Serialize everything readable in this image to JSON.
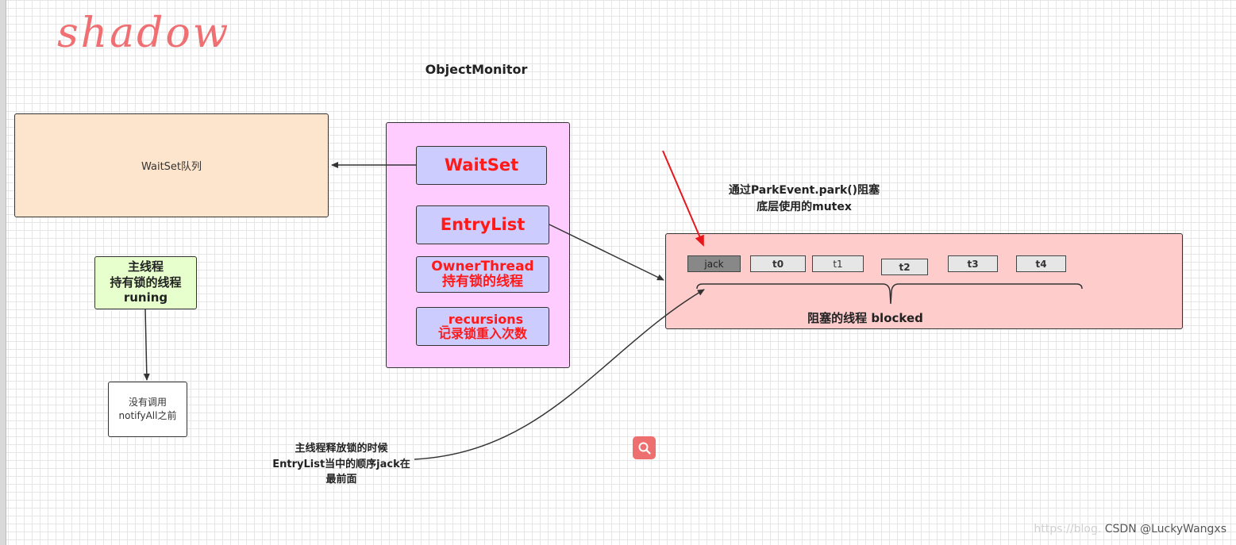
{
  "logo_text": "shadow",
  "title": "ObjectMonitor",
  "waitset_queue_label": "WaitSet队列",
  "monitor": {
    "waitset": "WaitSet",
    "entrylist": "EntryList",
    "owner_line1": "OwnerThread",
    "owner_line2": "持有锁的线程",
    "recursions_line1": "_recursions",
    "recursions_line2": "记录锁重入次数"
  },
  "main_thread": {
    "line1": "主线程",
    "line2": "持有锁的线程",
    "line3": "runing"
  },
  "notify_box": {
    "line1": "没有调用",
    "line2": "notifyAll之前"
  },
  "park_note": {
    "line1": "通过ParkEvent.park()阻塞",
    "line2": "底层使用的mutex"
  },
  "blocked_threads": [
    "jack",
    "t0",
    "t1",
    "t2",
    "t3",
    "t4"
  ],
  "blocked_label": "阻塞的线程 blocked",
  "release_note": {
    "line1": "主线程释放锁的时候",
    "line2": "EntryList当中的顺序jack在",
    "line3": "最前面"
  },
  "watermark_url": "https://blog.",
  "watermark_author": "CSDN @LuckyWangxs",
  "colors": {
    "monitor_bg": "#ffccff",
    "inner_bg": "#ccccff",
    "inner_text": "#ff1a1a",
    "queue_bg": "#fde5cd",
    "blocked_bg": "#ffcccc",
    "main_bg": "#e6ffcc",
    "pointer_red": "#e8161c"
  }
}
